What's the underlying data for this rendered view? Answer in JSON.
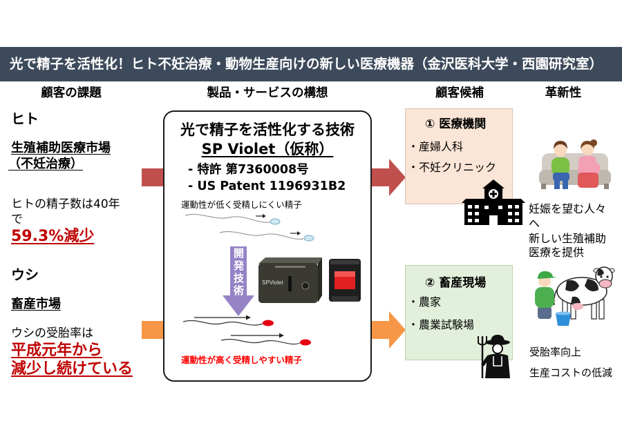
{
  "title": "光で精子を活性化！ヒト不妊治療・動物生産向けの新しい医療機器（金沢医科大学・西園研究室）",
  "headers": {
    "challenges": "顧客の課題",
    "product": "製品・サービスの構想",
    "customers": "顧客候補",
    "innovation": "革新性"
  },
  "challenges": {
    "human": {
      "heading": "ヒト",
      "market_line1": "生殖補助医療市場",
      "market_line2": "（不妊治療）",
      "fact_line1": "ヒトの精子数は40年",
      "fact_line2": "で",
      "highlight": "59.3%減少"
    },
    "cattle": {
      "heading": "ウシ",
      "market": "畜産市場",
      "fact": "ウシの受胎率は",
      "highlight_line1": "平成元年から",
      "highlight_line2": "減少し続けている"
    }
  },
  "product": {
    "headline": "光で精子を活性化する技術",
    "name": "SP Violet（仮称）",
    "patents": [
      "- 特許 第7360008号",
      "- US Patent 1196931B2"
    ],
    "before_label": "運動性が低く受精しにくい精子",
    "arrow_label": "開発技術",
    "device_label": "SPViolet",
    "after_label": "運動性が高く受精しやすい精子"
  },
  "customers": [
    {
      "title": "① 医療機関",
      "items": [
        "・産婦人科",
        "・不妊クリニック"
      ]
    },
    {
      "title": "② 畜産現場",
      "items": [
        "・農家",
        "・農業試験場"
      ]
    }
  ],
  "innovation": {
    "human_lines": [
      "妊娠を望む人々",
      "へ",
      "新しい生殖補助",
      "医療を提供"
    ],
    "cattle_lines": [
      "受胎率向上",
      "生産コストの低減"
    ]
  },
  "colors": {
    "title_bar": "#3d4a5b",
    "highlight_red": "#c00000",
    "arrow_red": "#c0504d",
    "arrow_orange": "#f79646",
    "arrow_purple": "#9583c6",
    "medical_box": "#fbe5d6",
    "farm_box": "#e2efda",
    "after_red": "#ff0000"
  }
}
